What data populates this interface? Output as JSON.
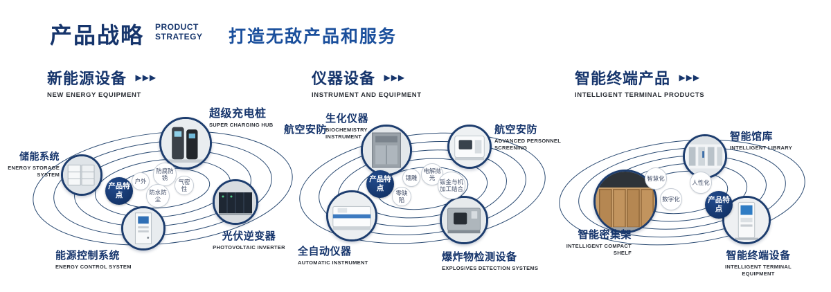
{
  "header": {
    "title_cn": "产品战略",
    "title_en_line1": "PRODUCT",
    "title_en_line2": "STRATEGY",
    "slogan": "打造无敌产品和服务"
  },
  "icons": {
    "triple_arrow": "▶▶▶"
  },
  "colors": {
    "navy": "#16356c",
    "slogan_blue": "#1a4f9c",
    "orbit_line": "#2a4a72",
    "badge_bg": "#123a6e"
  },
  "sections": [
    {
      "title_cn": "新能源设备",
      "title_en": "NEW ENERGY EQUIPMENT",
      "badge": "产品特点",
      "features": [
        "户外",
        "防腐防锈",
        "气密性",
        "防水防尘"
      ],
      "products": [
        {
          "cn": "超级充电桩",
          "en": "SUPER CHARGING HUB"
        },
        {
          "cn": "储能系统",
          "en": "ENERGY STORAGE SYSTEM"
        },
        {
          "cn": "光伏逆变器",
          "en": "PHOTOVOLTAIC INVERTER"
        },
        {
          "cn": "能源控制系统",
          "en": "ENERGY CONTROL SYSTEM"
        }
      ]
    },
    {
      "title_cn": "仪器设备",
      "title_en": "INSTRUMENT AND EQUIPMENT",
      "badge": "产品特点",
      "extra_label": "航空安防",
      "features": [
        "镭雕",
        "电解抛光",
        "钣金与机加工结合",
        "零缺陷"
      ],
      "products": [
        {
          "cn": "生化仪器",
          "en": "BIOCHEMISTRY INSTRUMENT"
        },
        {
          "cn": "航空安防",
          "en": "ADVANCED PERSONNEL SCREENING"
        },
        {
          "cn": "全自动仪器",
          "en": "AUTOMATIC INSTRUMENT"
        },
        {
          "cn": "爆炸物检测设备",
          "en": "EXPLOSIVES DETECTION SYSTEMS"
        }
      ]
    },
    {
      "title_cn": "智能终端产品",
      "title_en": "INTELLIGENT TERMINAL PRODUCTS",
      "badge": "产品特点",
      "features": [
        "智慧化",
        "人性化",
        "数字化"
      ],
      "products": [
        {
          "cn": "智能馆库",
          "en": "INTELLIGENT LIBRARY"
        },
        {
          "cn": "智能密集架",
          "en": "INTELLIGENT COMPACT SHELF"
        },
        {
          "cn": "智能终端设备",
          "en": "INTELLIGENT TERMINAL EQUIPMENT"
        }
      ]
    }
  ]
}
